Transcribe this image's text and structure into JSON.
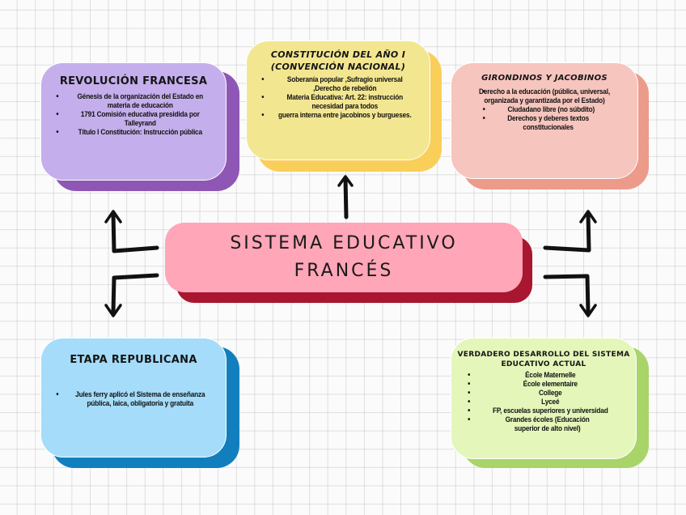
{
  "central": {
    "line1": "SISTEMA EDUCATIVO",
    "line2": "FRANCÉS",
    "color": "#ffa6b8",
    "shadow_color": "#a8162f"
  },
  "boxes": {
    "revolucion": {
      "title": "REVOLUCIÓN FRANCESA",
      "color": "#c4aeeb",
      "shadow_color": "#8e57b6",
      "items": [
        "Génesis de la organización del Estado en materia de educación",
        "1791 Comisión educativa presidida por Talleyrand",
        "Título I Constitución: Instrucción pública"
      ]
    },
    "constitucion": {
      "title_line1": "CONSTITUCIÓN DEL AÑO I",
      "title_line2": "(CONVENCIÓN NACIONAL)",
      "color": "#f3e691",
      "shadow_color": "#f9cf59",
      "items": [
        "Soberanía popular ,Sufragio universal ,Derecho de rebelión",
        "Materia Educativa: Art. 22: instrucción necesidad para todos",
        "guerra interna entre jacobinos y burgueses."
      ]
    },
    "girondinos": {
      "title": "GIRONDINOS Y JACOBINOS",
      "color": "#f6c5bd",
      "shadow_color": "#ec9b8b",
      "items": [
        "Derecho a la educación (pública, universal, organizada y garantizada por el Estado)",
        "Ciudadano libre (no súbdito)",
        "Derechos y deberes textos constitucionales"
      ]
    },
    "republicana": {
      "title": "ETAPA REPUBLICANA",
      "color": "#a4dcfa",
      "shadow_color": "#117fbe",
      "items": [
        "Jules ferry aplicó el Sistema de enseñanza pública, laica, obligatoria y gratuita"
      ]
    },
    "actual": {
      "title_line1": "VERDADERO DESARROLLO DEL SISTEMA",
      "title_line2": "EDUCATIVO ACTUAL",
      "color": "#e4f6b9",
      "shadow_color": "#a8d46a",
      "items": [
        "École Maternelle",
        "École elementaire",
        "College",
        "Lyceé",
        "FP, escuelas superiores y universidad",
        "Grandes écoles (Educación superior de alto nivel)"
      ]
    }
  },
  "icons": {
    "bullet": "•"
  }
}
